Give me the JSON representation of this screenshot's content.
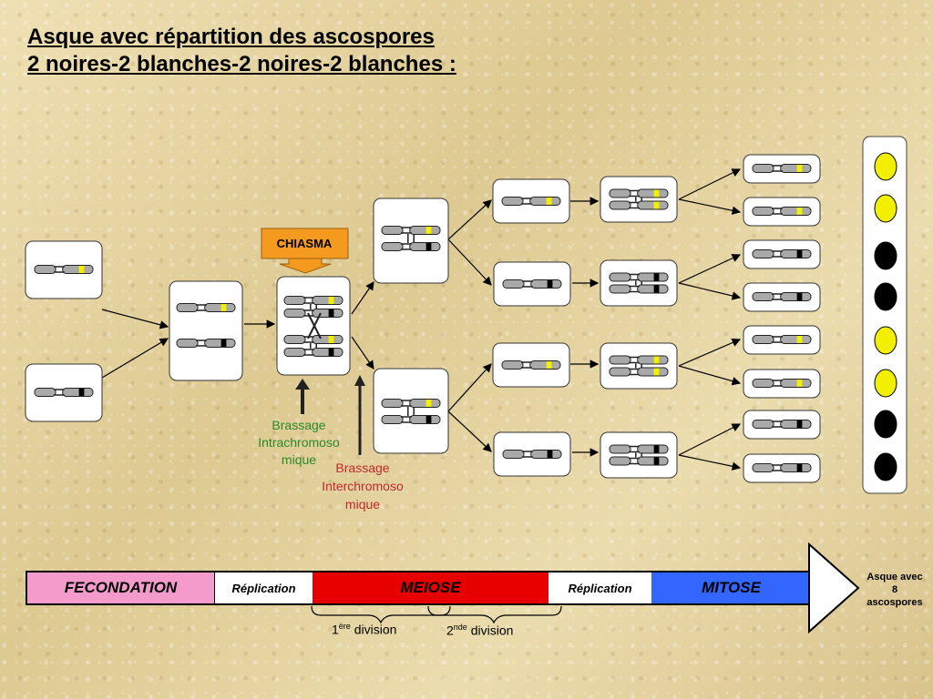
{
  "title": {
    "line1": "Asque avec répartition des ascospores",
    "line2": "2 noires-2 blanches-2 noires-2 blanches :"
  },
  "labels": {
    "chiasma": "CHIASMA",
    "brassage_intra": [
      "Brassage",
      "Intrachromoso",
      "mique"
    ],
    "brassage_inter": [
      "Brassage",
      "Interchromoso",
      "mique"
    ]
  },
  "timeline": {
    "segments": [
      {
        "label": "FECONDATION",
        "color": "#f59bcc",
        "text_color": "#000000"
      },
      {
        "label": "Réplication",
        "color": "#ffffff",
        "text_color": "#000000"
      },
      {
        "label": "MEIOSE",
        "color": "#e60000",
        "text_color": "#000000"
      },
      {
        "label": "Réplication",
        "color": "#ffffff",
        "text_color": "#000000"
      },
      {
        "label": "MITOSE",
        "color": "#3366ff",
        "text_color": "#000000"
      }
    ],
    "division1": {
      "num": "1",
      "sup": "ère",
      "text": " division"
    },
    "division2": {
      "num": "2",
      "sup": "nde",
      "text": " division"
    },
    "end_label": [
      "Asque avec",
      "8",
      "ascospores"
    ]
  },
  "ascospores": [
    "yellow",
    "yellow",
    "black",
    "black",
    "yellow",
    "yellow",
    "black",
    "black"
  ],
  "colors": {
    "allele_yellow": "#f2f000",
    "allele_black": "#000000",
    "chromosome": "#a9a9a9",
    "chiasma_box": "#f39a1f",
    "green_label": "#2a8a2a",
    "red_label": "#c0282d"
  }
}
